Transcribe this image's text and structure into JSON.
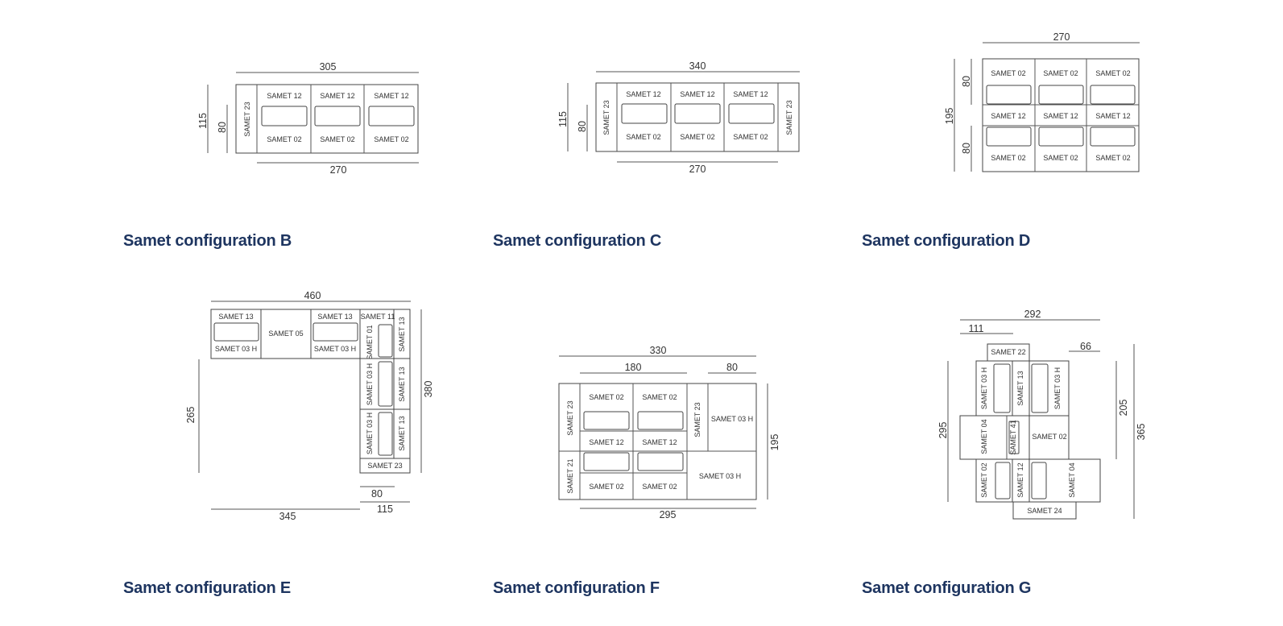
{
  "captions": {
    "b": "Samet configuration B",
    "c": "Samet configuration C",
    "d": "Samet configuration D",
    "e": "Samet configuration E",
    "f": "Samet configuration F",
    "g": "Samet configuration G"
  },
  "modules": {
    "s01": "SAMET 01",
    "s02": "SAMET 02",
    "s03h": "SAMET 03 H",
    "s04": "SAMET 04",
    "s05": "SAMET 05",
    "s11": "SAMET 11",
    "s12": "SAMET 12",
    "s13": "SAMET 13",
    "s21": "SAMET 21",
    "s22": "SAMET 22",
    "s23": "SAMET 23",
    "s24": "SAMET 24",
    "s41": "SAMET 41"
  },
  "dims": {
    "b": {
      "top": "305",
      "bottom": "270",
      "left_outer": "115",
      "left_inner": "80"
    },
    "c": {
      "top": "340",
      "bottom": "270",
      "left_outer": "115",
      "left_inner": "80"
    },
    "d": {
      "top": "270",
      "left_outer": "195",
      "left_top": "80",
      "left_bottom": "80"
    },
    "e": {
      "top": "460",
      "right": "380",
      "left": "265",
      "bottom_small": "80",
      "bottom_right": "115",
      "bottom_left": "345"
    },
    "f": {
      "top": "330",
      "top_left": "180",
      "top_right": "80",
      "right": "195",
      "bottom": "295"
    },
    "g": {
      "top": "292",
      "top_left": "111",
      "top_right": "66",
      "left": "295",
      "right_inner": "205",
      "right_outer": "365"
    }
  }
}
